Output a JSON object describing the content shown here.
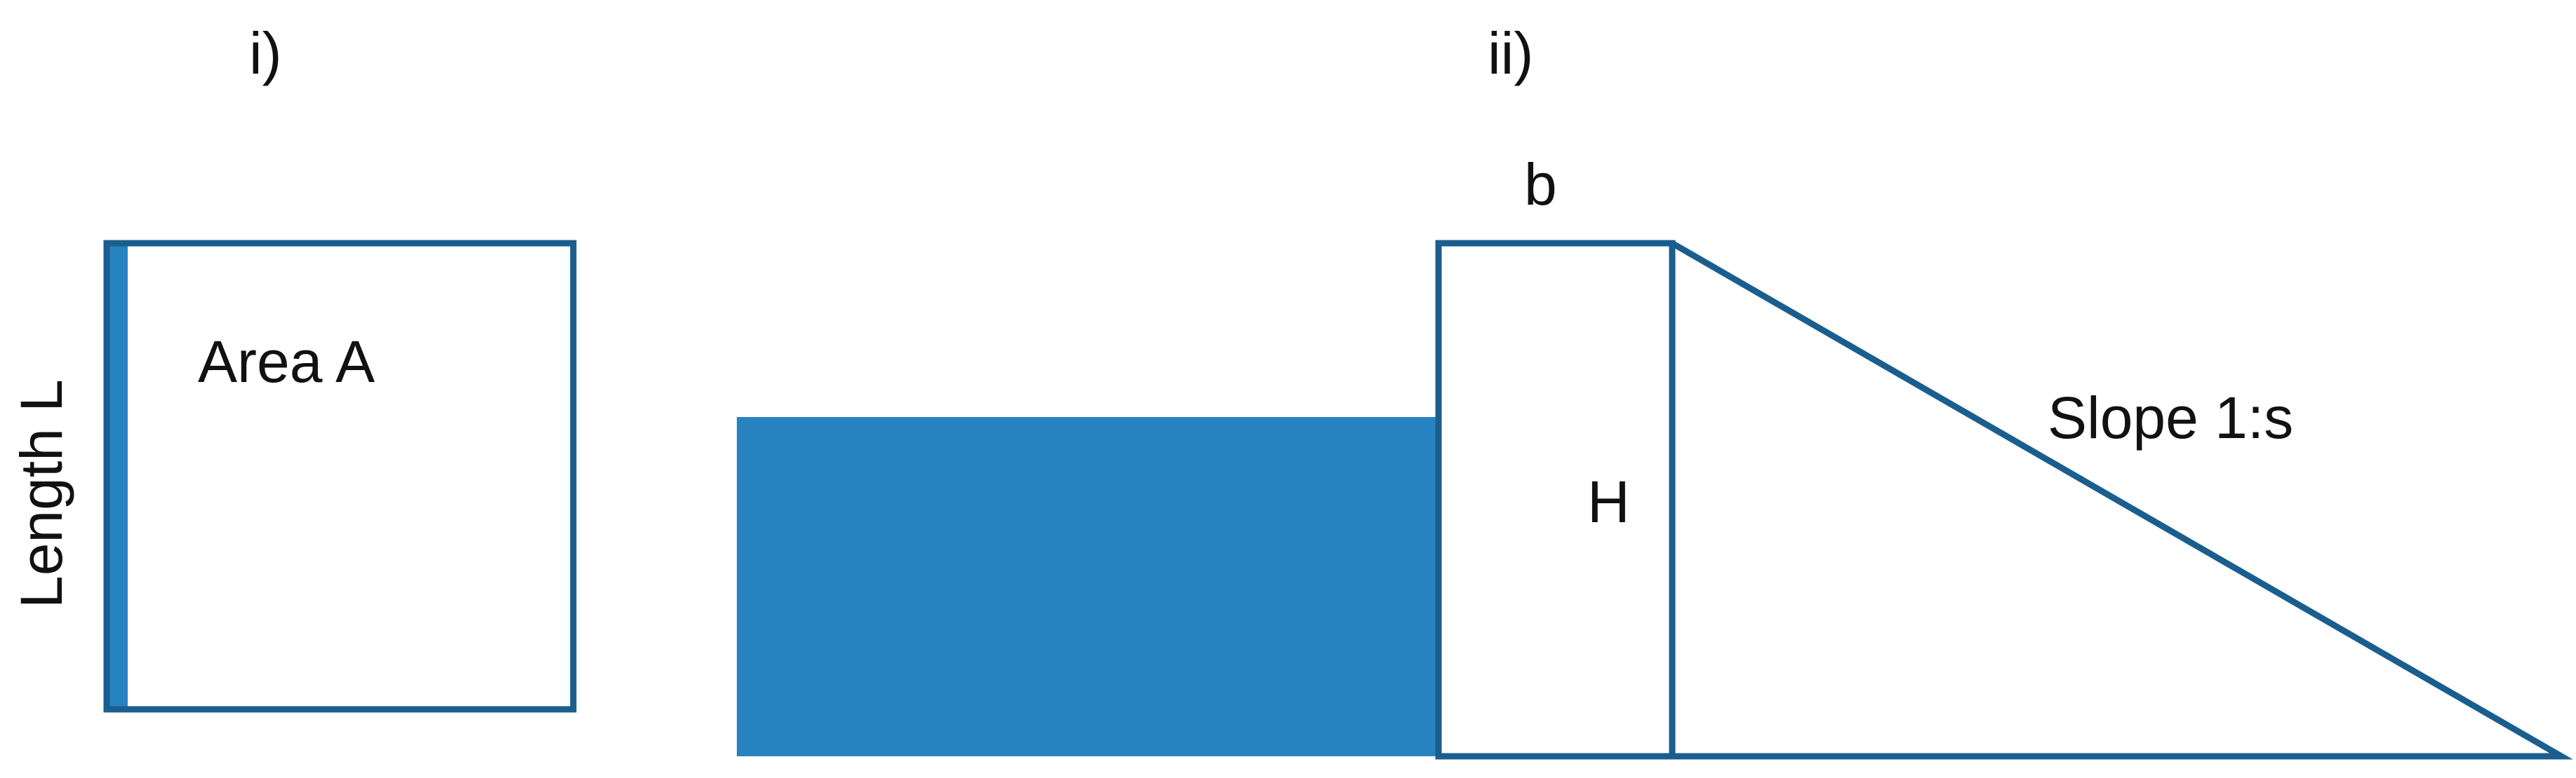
{
  "panels": {
    "left": {
      "label": "i)",
      "area_label": "Area A",
      "side_label": "Length L"
    },
    "right": {
      "label": "ii)",
      "width_label": "b",
      "height_label": "H",
      "slope_label": "Slope 1:s"
    }
  },
  "colors": {
    "outline": "#1a5e8e",
    "fill": "#2783c0",
    "edge_highlight": "#2783c0",
    "text": "#111111",
    "background": "#ffffff"
  }
}
